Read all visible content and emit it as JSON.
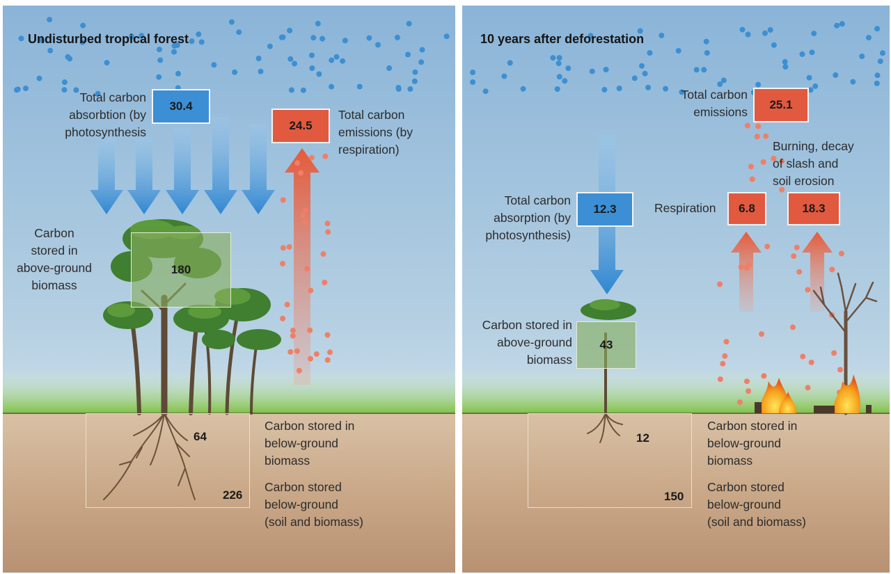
{
  "left": {
    "title": "Undisturbed tropical forest",
    "absorption": {
      "lines": [
        "Total carbon",
        "absorbtion (by",
        "photosynthesis"
      ],
      "value": "30.4"
    },
    "emission": {
      "lines": [
        "Total carbon",
        "emissions (by",
        "respiration)"
      ],
      "value": "24.5"
    },
    "above_ground": {
      "lines": [
        "Carbon",
        "stored in",
        "above-ground",
        "biomass"
      ],
      "value": "180"
    },
    "below_biomass": {
      "lines": [
        "Carbon stored in",
        "below-ground",
        "biomass"
      ],
      "value": "64"
    },
    "below_total": {
      "lines": [
        "Carbon stored",
        "below-ground",
        "(soil and biomass)"
      ],
      "value": "226"
    }
  },
  "right": {
    "title": "10 years after deforestation",
    "emission_total": {
      "lines": [
        "Total carbon",
        "emissions"
      ],
      "value": "25.1"
    },
    "burning": {
      "lines": [
        "Burning, decay",
        "of slash and",
        "soil erosion"
      ],
      "value": "18.3"
    },
    "respiration": {
      "label": "Respiration",
      "value": "6.8"
    },
    "absorption": {
      "lines": [
        "Total carbon",
        "absorption (by",
        "photosynthesis)"
      ],
      "value": "12.3"
    },
    "above_ground": {
      "lines": [
        "Carbon stored in",
        "above-ground",
        "biomass"
      ],
      "value": "43"
    },
    "below_biomass": {
      "lines": [
        "Carbon stored in",
        "below-ground",
        "biomass"
      ],
      "value": "12"
    },
    "below_total": {
      "lines": [
        "Carbon stored",
        "below-ground",
        "(soil and biomass)"
      ],
      "value": "150"
    }
  },
  "colors": {
    "sky_top": "#8ab4d8",
    "sky_bottom": "#dcebf1",
    "grass": "#7fc145",
    "soil": "#c9a888",
    "absorption_box": "#3c8fd4",
    "emission_box": "#e1593f",
    "biomass_box": "#87af5f"
  }
}
